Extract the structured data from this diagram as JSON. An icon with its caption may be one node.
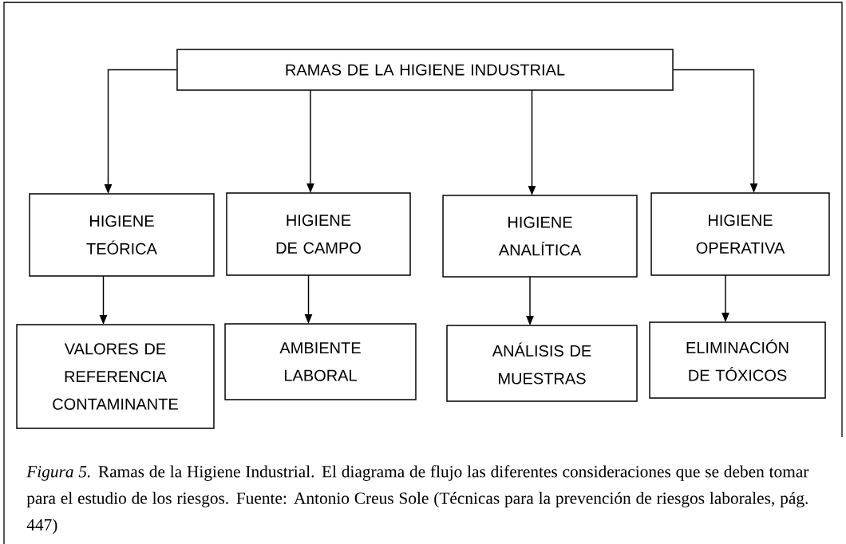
{
  "diagram": {
    "caption": "*Figura 5.* Ramas de la Higiene Industrial. El diagrama de flujo las diferentes consideraciones que se deben tomar para el estudio de los riesgos. Fuente: Antonio Creus Sole (Técnicas para la prevención de riesgos laborales, pág. 447)",
    "nodes": [
      {
        "text": [
          "RAMAS DE LA HIGIENE INDUSTRIAL"
        ]
      },
      {
        "text": [
          "HIGIENE TEÓRICA"
        ]
      },
      {
        "text": [
          "HIGIENE DE CAMPO"
        ]
      },
      {
        "text": [
          "HIGIENE ANALÍTICA"
        ]
      },
      {
        "text": [
          "HIGIENE OPERATIVA"
        ]
      },
      {
        "text": [
          "VALORES DE REFERENCIA CONTAMINANTE"
        ]
      },
      {
        "text": [
          "AMBIENTE LABORAL"
        ]
      },
      {
        "text": [
          "ANÁLISIS DE MUESTRAS"
        ]
      },
      {
        "text": [
          "ELIMINACIÓN DE TÓXICOS"
        ]
      }
    ],
    "edges": [
      {
        "from": 0,
        "to": 1,
        "arrow": "to"
      },
      {
        "from": 0,
        "to": 2,
        "arrow": "to"
      },
      {
        "from": 0,
        "to": 3,
        "arrow": "to"
      },
      {
        "from": 0,
        "to": 4,
        "arrow": "to"
      },
      {
        "from": 1,
        "to": 5,
        "arrow": "to"
      },
      {
        "from": 2,
        "to": 6,
        "arrow": "to"
      },
      {
        "from": 3,
        "to": 7,
        "arrow": "to"
      },
      {
        "from": 4,
        "to": 8,
        "arrow": "to"
      }
    ]
  }
}
